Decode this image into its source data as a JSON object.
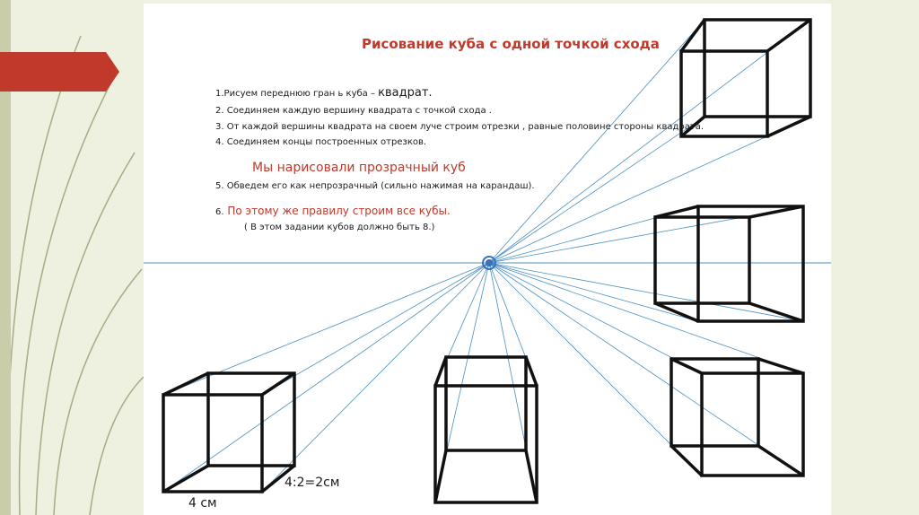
{
  "title": "Рисование куба с одной точкой схода",
  "steps": {
    "s1_text": "1.Рисуем  переднюю  гран ь куба –",
    "s1_word": "квадрат.",
    "s2": "2. Соединяем  каждую  вершину  квадрата с  точкой схода .",
    "s3": "3. От  каждой  вершины  квадрата  на  своем  луче строим отрезки , равные половине стороны квадрата.",
    "s4": "4. Соединяем  концы  построенных  отрезков.",
    "subtitle": "Мы  нарисовали прозрачный куб",
    "s5": "5. Обведем  его  как непрозрачный (сильно нажимая на карандаш).",
    "s6_num": "6.",
    "s6_text": "По этому же правилу строим все кубы.",
    "note": "( В этом задании кубов должно быть  8.)"
  },
  "dimensions": {
    "side": "4 см",
    "depth": "4:2=2см"
  },
  "colors": {
    "accent_red": "#c0392b",
    "ray_blue": "#4a8fc0",
    "background": "#eef1e0"
  }
}
